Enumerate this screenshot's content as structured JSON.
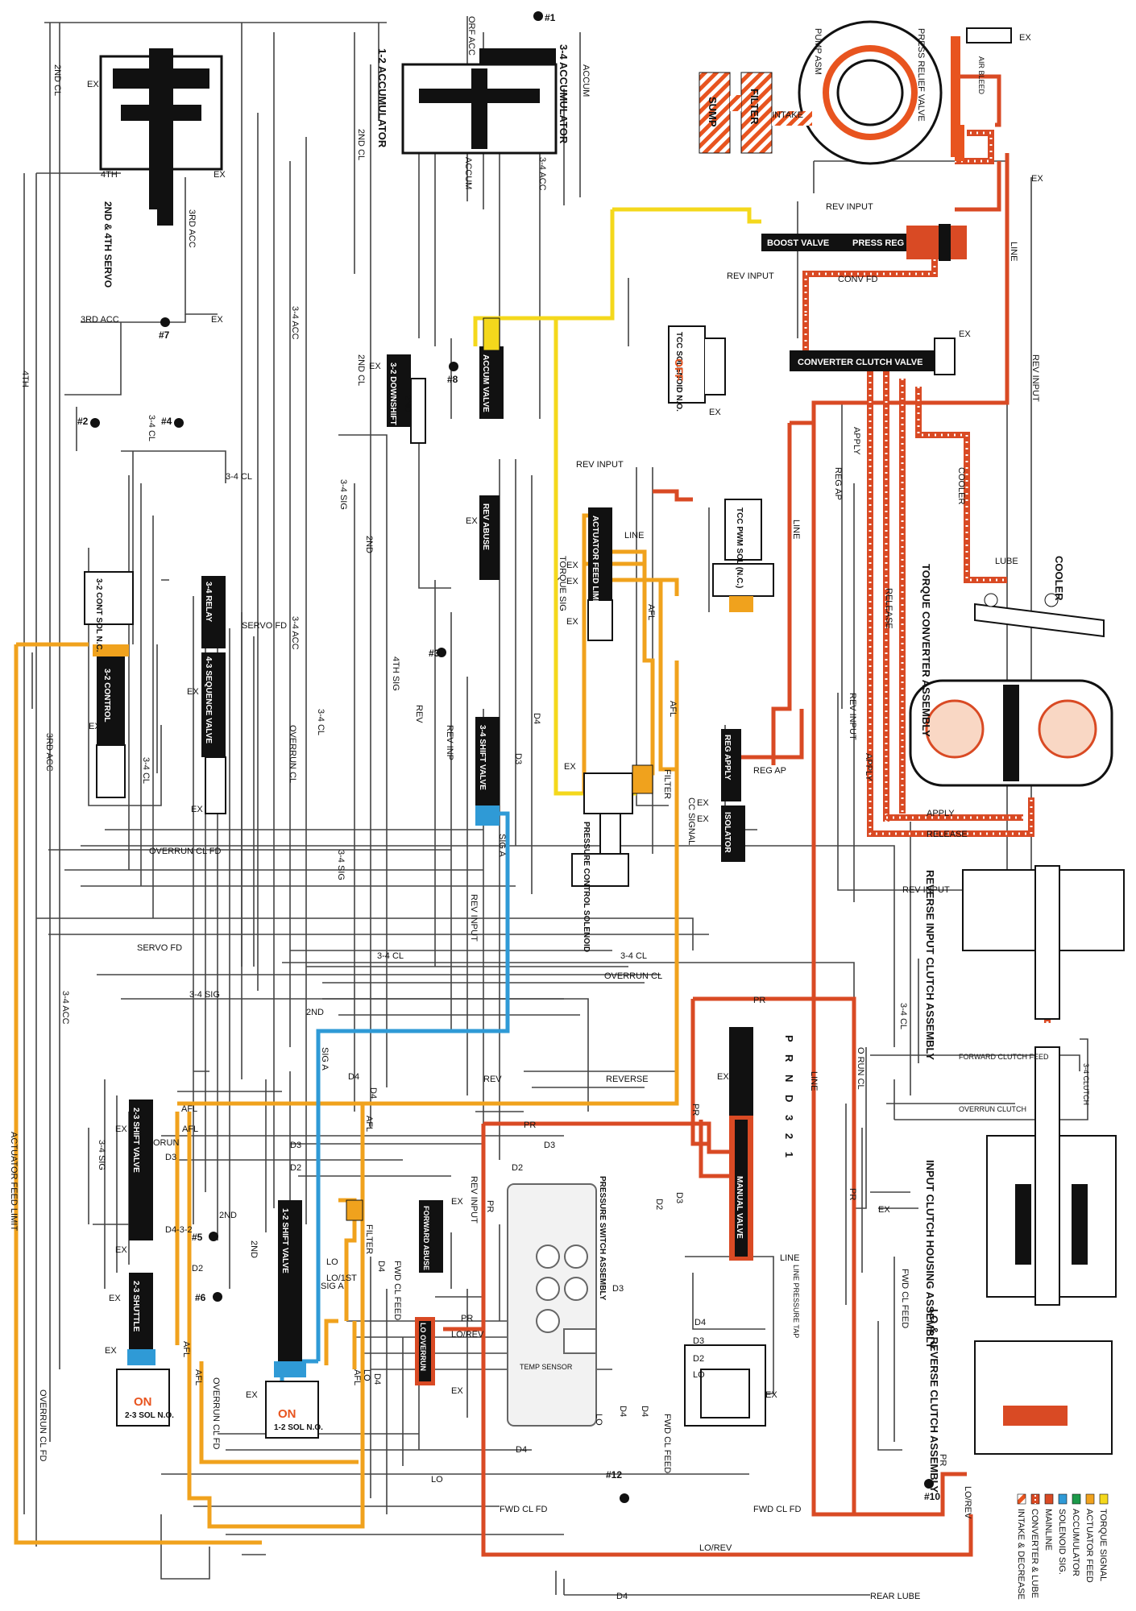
{
  "colors": {
    "intake_decrease": "#e8541f",
    "converter_lube": "#d94a24",
    "mainline": "#d94a24",
    "solenoid_sig": "#2f9ad6",
    "accumulator": "#1d9a4a",
    "actuator_feed": "#f0a21d",
    "torque_signal": "#f4d81c",
    "line": "#444444",
    "component": "#111111"
  },
  "components": {
    "servo": "2ND & 4TH SERVO",
    "acc12": "1-2 ACCUMULATOR",
    "acc34": "3-4 ACCUMULATOR",
    "pump_asm": "PUMP ASM",
    "sump": "SUMP",
    "filter": "FILTER",
    "intake": "INTAKE",
    "press_relief": "PRESS RELIEF VALVE",
    "boost_valve": "BOOST VALVE",
    "press_reg": "PRESS REG",
    "decrease": "DECREASE",
    "tcc_sol": "TCC SOLENOID N.O.",
    "tcc_sol_state": "OFF",
    "ccv": "CONVERTER CLUTCH VALVE",
    "downshift32": "3-2 DOWNSHIFT",
    "accum_valve": "ACCUM VALVE",
    "rev_abuse": "REV ABUSE",
    "afl_valve": "ACTUATOR FEED LIMIT",
    "tcc_pwm": "TCC PWM SOL (N.C.)",
    "relay34": "3-4 RELAY",
    "seq43": "4-3 SEQUENCE VALVE",
    "cont32_sol": "3-2 CONT SOL N.C.",
    "control32": "3-2 CONTROL",
    "shift34": "3-4 SHIFT VALVE",
    "pcs": "PRESSURE CONTROL SOLENOID",
    "reg_apply": "REG APPLY",
    "isolator": "ISOLATOR",
    "cooler": "COOLER",
    "lube": "LUBE",
    "torque_conv": "TORQUE CONVERTER ASSEMBLY",
    "rev_input_clutch": "REVERSE INPUT CLUTCH ASSEMBLY",
    "input_clutch": "INPUT CLUTCH HOUSING ASSEMBLY",
    "lo_rev_clutch": "LO & REVERSE CLUTCH ASSEMBLY",
    "manual_valve": "MANUAL VALVE",
    "prndl": "P R N D 3 2 1",
    "shift23": "2-3 SHIFT VALVE",
    "shuttle23": "2-3 SHUTTLE",
    "sol23": "2-3 SOL N.O.",
    "sol23_state": "ON",
    "shift12": "1-2 SHIFT VALVE",
    "sol12": "1-2 SOL N.O.",
    "sol12_state": "ON",
    "fwd_abuse": "FORWARD ABUSE",
    "lo_overrun": "LO OVERRUN",
    "pressure_switch": "PRESSURE SWITCH ASSEMBLY",
    "temp_sensor": "TEMP SENSOR",
    "line_tap": "LINE PRESSURE TAP",
    "rear_lube": "REAR LUBE",
    "fwd_clutch_feed": "FORWARD CLUTCH FEED",
    "overrun_clutch": "OVERRUN CLUTCH",
    "clutch34": "3-4 CLUTCH",
    "air_bleed": "AIR BLEED"
  },
  "labels": {
    "cl2nd": "2ND CL",
    "ex": "EX",
    "t4th": "4TH",
    "acc3rd": "3RD ACC",
    "accum": "ACCUM",
    "acc34": "3-4 ACC",
    "orf_acc": "ORF ACC",
    "cl34": "3-4 CL",
    "sig34": "3-4 SIG",
    "sig4th": "4TH SIG",
    "t2nd": "2ND",
    "rev_input": "REV INPUT",
    "rev_inp": "REV INP",
    "rev": "REV",
    "reverse": "REVERSE",
    "conv_fd": "CONV FD",
    "line": "LINE",
    "reg_ap": "REG AP",
    "apply": "APPLY",
    "release": "RELEASE",
    "afl": "AFL",
    "torque_sig": "TORQUE SIG",
    "d4": "D4",
    "d3": "D3",
    "d2": "D2",
    "lo": "LO",
    "lo_1st": "LO/1ST",
    "sig_a": "SIG A",
    "cc_signal": "CC SIGNAL",
    "servo_fd": "SERVO FD",
    "overrun_cl": "OVERRUN CL",
    "overrun_cl_fd": "OVERRUN CL FD",
    "o_run_cl": "O RUN CL",
    "orun": "ORUN",
    "afl_long": "ACTUATOR FEED LIMIT",
    "pr": "PR",
    "lo_rev": "LO/REV",
    "fwd_cl_feed": "FWD CL FEED",
    "fwd_cl_fd": "FWD CL FD",
    "d4_3_2": "D4-3-2",
    "cooler": "COOLER",
    "filter": "FILTER"
  },
  "checkballs": [
    "#1",
    "#2",
    "#3",
    "#4",
    "#5",
    "#6",
    "#7",
    "#8",
    "#10",
    "#12"
  ],
  "legend": [
    {
      "label": "INTAKE & DECREASE",
      "color": "#e8541f",
      "pattern": "hatch"
    },
    {
      "label": "CONVERTER & LUBE",
      "color": "#d94a24",
      "pattern": "dots"
    },
    {
      "label": "MAINLINE",
      "color": "#d94a24",
      "pattern": "solid"
    },
    {
      "label": "SOLENOID SIG.",
      "color": "#2f9ad6",
      "pattern": "solid"
    },
    {
      "label": "ACCUMULATOR",
      "color": "#1d9a4a",
      "pattern": "solid"
    },
    {
      "label": "ACTUATOR FEED",
      "color": "#f0a21d",
      "pattern": "solid"
    },
    {
      "label": "TORQUE SIGNAL",
      "color": "#f4d81c",
      "pattern": "solid"
    }
  ]
}
